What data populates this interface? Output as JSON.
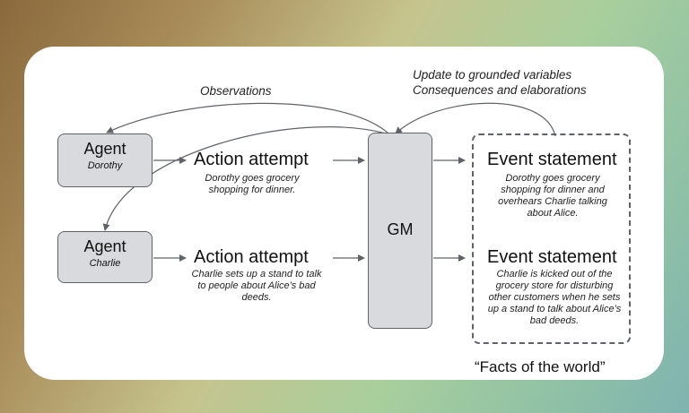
{
  "diagram": {
    "top_labels": {
      "observations": "Observations",
      "update_line1": "Update to grounded variables",
      "update_line2": "Consequences and elaborations"
    },
    "agents": [
      {
        "title": "Agent",
        "name": "Dorothy"
      },
      {
        "title": "Agent",
        "name": "Charlie"
      }
    ],
    "actions": [
      {
        "title": "Action attempt",
        "text": "Dorothy goes grocery shopping for dinner."
      },
      {
        "title": "Action attempt",
        "text": "Charlie sets up a stand to talk to people about Alice's bad deeds."
      }
    ],
    "gm_label": "GM",
    "events": [
      {
        "title": "Event statement",
        "text": "Dorothy goes grocery shopping for dinner and overhears Charlie talking about Alice."
      },
      {
        "title": "Event statement",
        "text": "Charlie is kicked out of the grocery store for disturbing other customers when he sets up a stand to talk about Alice's bad deeds."
      }
    ],
    "facts_caption": "“Facts of the world”"
  }
}
